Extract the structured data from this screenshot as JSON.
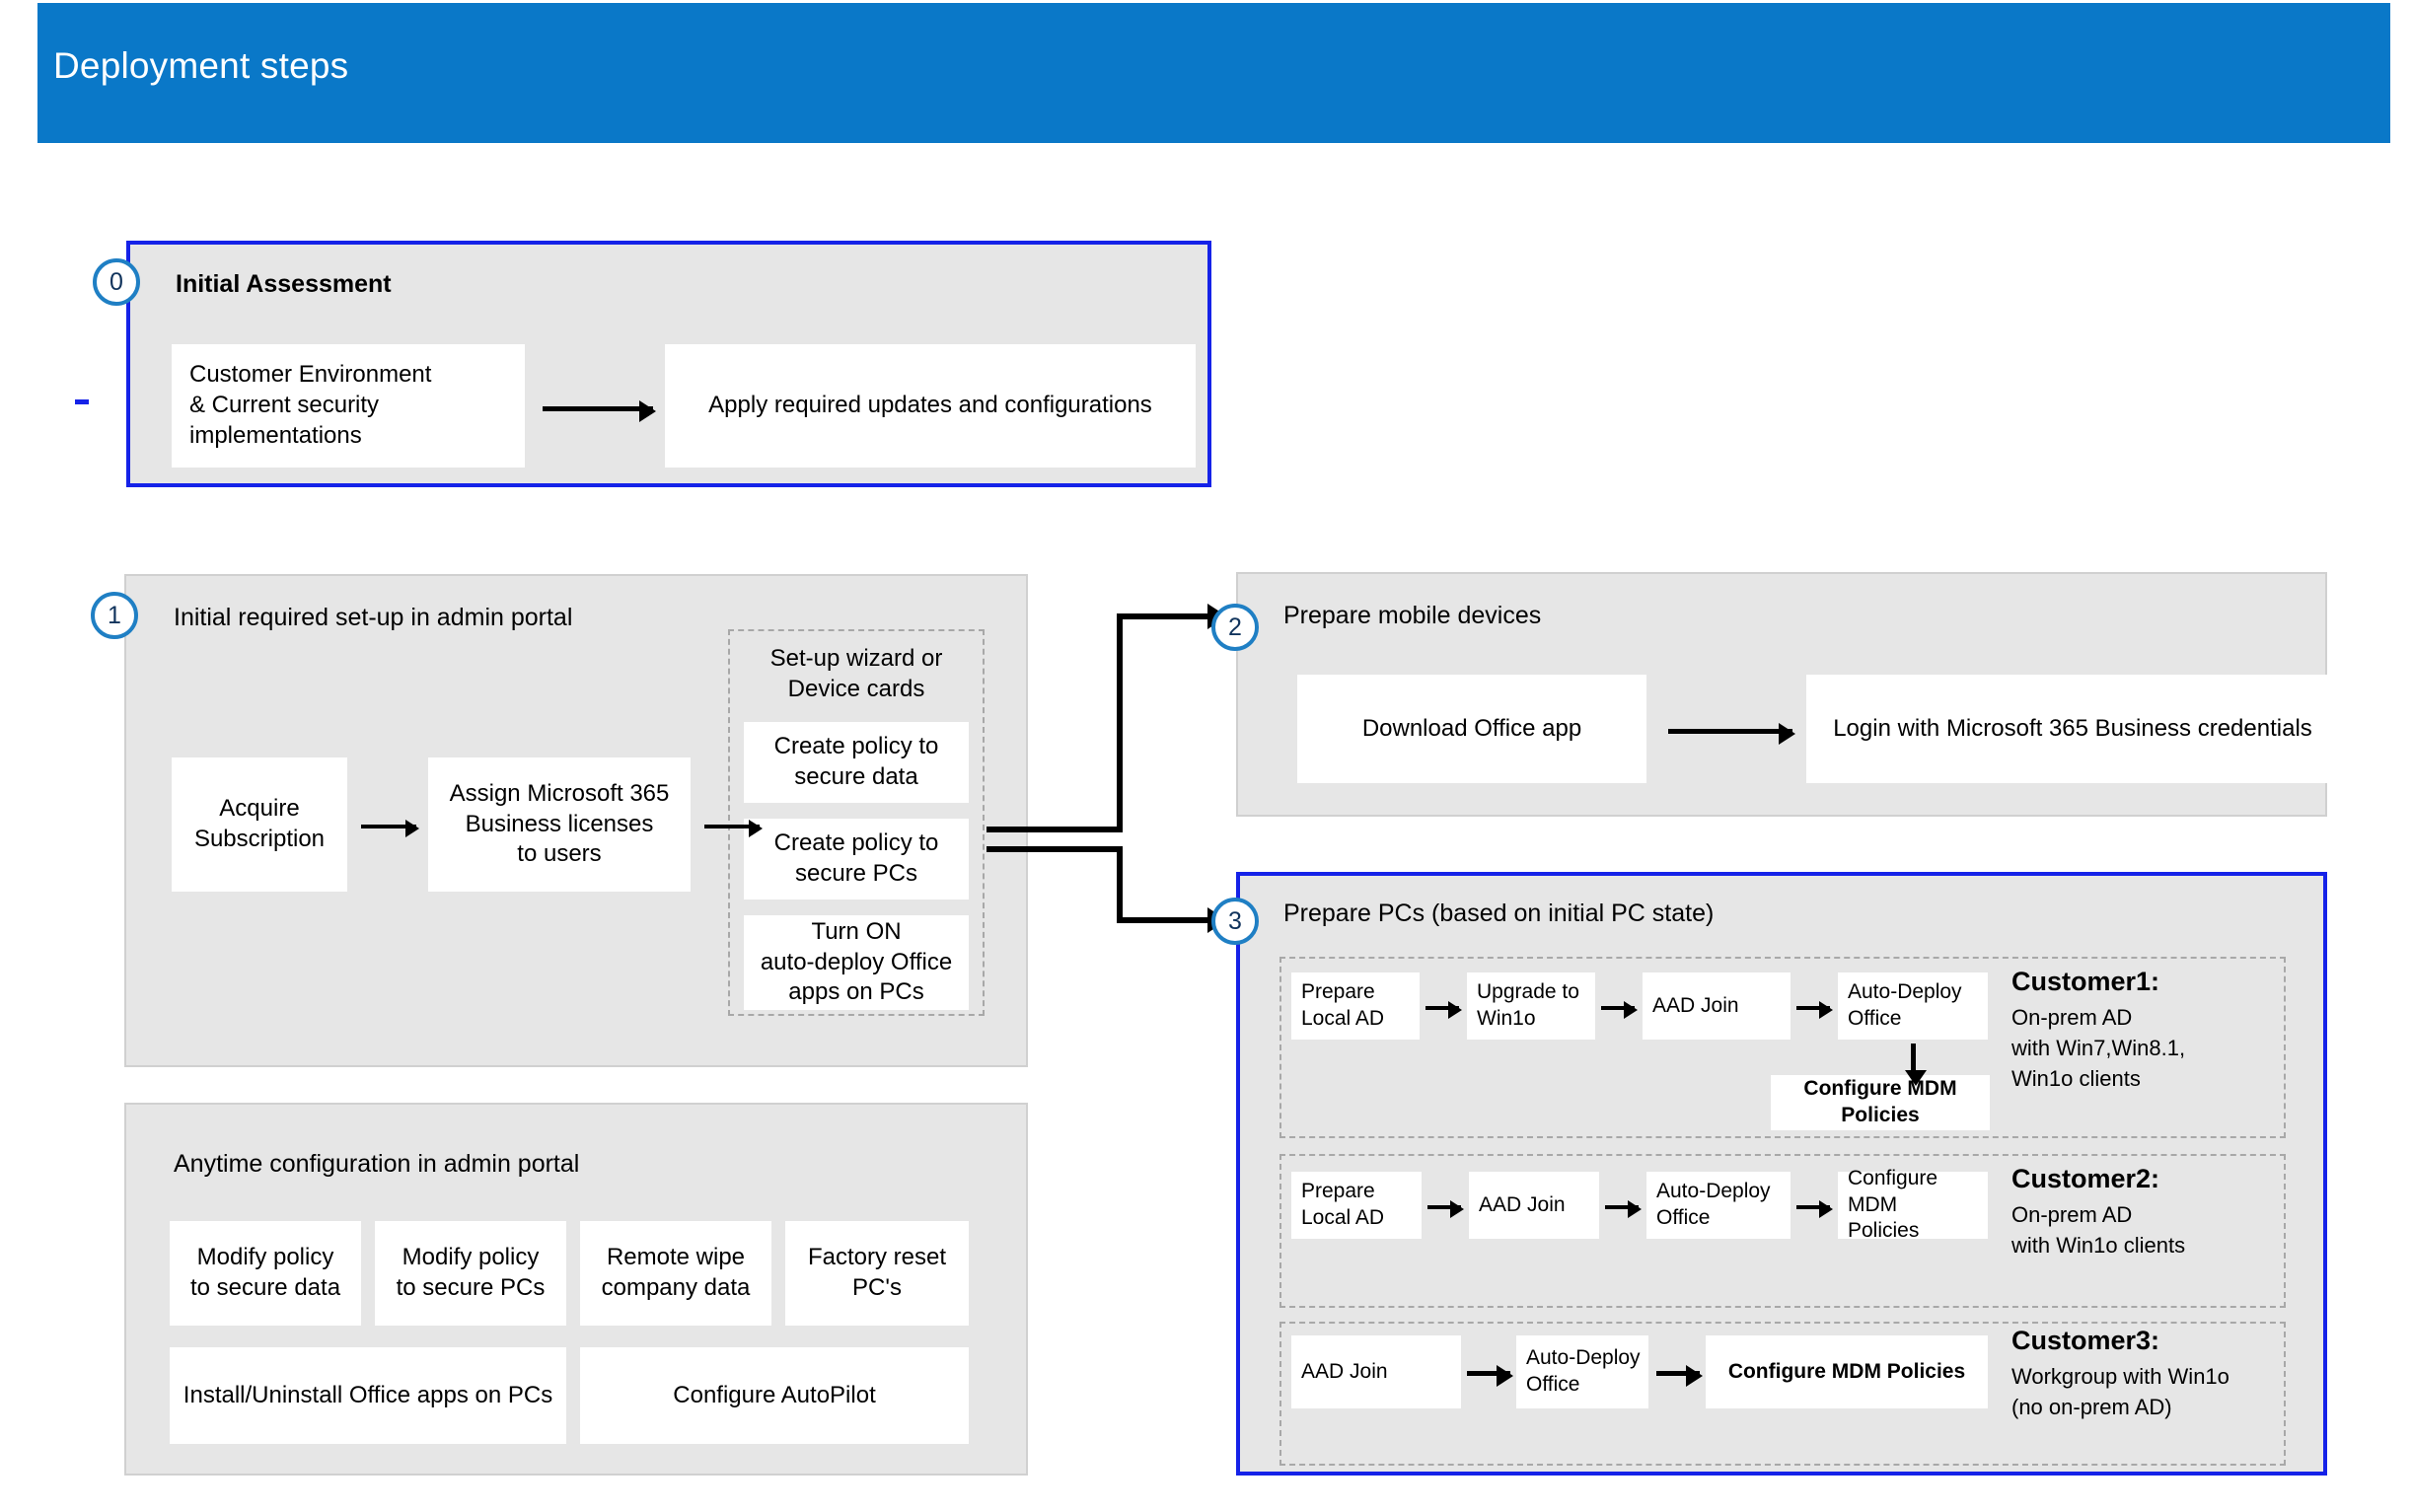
{
  "header": {
    "title": "Deployment steps",
    "bar_color": "#0a78c8"
  },
  "colors": {
    "accent_blue": "#0a78c8",
    "highlight_border": "#1522e8",
    "badge_ring": "#1f7fc4",
    "panel_fill": "#e6e6e6",
    "panel_border": "#d0d0d0",
    "box_fill": "#ffffff",
    "dashed_border": "#a8a8a8",
    "arrow": "#000000"
  },
  "steps": {
    "step0": {
      "badge": "0",
      "title": "Initial Assessment",
      "boxes": [
        "Customer Environment\n& Current security\nimplementations",
        "Apply required updates and configurations"
      ]
    },
    "step1": {
      "badge": "1",
      "title": "Initial required set-up in admin portal",
      "boxes": [
        "Acquire\nSubscription",
        "Assign Microsoft 365\nBusiness licenses\nto users"
      ],
      "dashed_group": {
        "title": "Set-up wizard or\nDevice cards",
        "items": [
          "Create policy to\nsecure data",
          "Create policy to\nsecure PCs",
          "Turn ON\nauto-deploy Office\napps on PCs"
        ]
      }
    },
    "step2": {
      "badge": "2",
      "title": "Prepare mobile devices",
      "boxes": [
        "Download Office app",
        "Login with Microsoft 365 Business credentials"
      ]
    },
    "step3": {
      "badge": "3",
      "title": "Prepare PCs (based on initial PC state)",
      "customers": [
        {
          "name": "Customer1:",
          "description": "On-prem AD\nwith Win7,Win8.1,\nWin1o clients",
          "flow": [
            "Prepare\nLocal AD",
            "Upgrade to\nWin1o",
            "AAD Join",
            "Auto-Deploy\nOffice"
          ],
          "branch": "Configure MDM Policies"
        },
        {
          "name": "Customer2:",
          "description": "On-prem AD\nwith Win1o clients",
          "flow": [
            "Prepare\nLocal AD",
            "AAD Join",
            "Auto-Deploy\nOffice",
            "Configure MDM\nPolicies"
          ],
          "branch": null
        },
        {
          "name": "Customer3:",
          "description": "Workgroup with Win1o\n(no on-prem AD)",
          "flow": [
            "AAD Join",
            "Auto-Deploy\nOffice",
            "Configure MDM Policies"
          ],
          "branch": null
        }
      ]
    }
  },
  "anytime": {
    "title": "Anytime configuration in admin portal",
    "row1": [
      "Modify policy\nto secure data",
      "Modify policy\nto secure PCs",
      "Remote wipe\ncompany data",
      "Factory reset\nPC's"
    ],
    "row2": [
      "Install/Uninstall Office apps on PCs",
      "Configure AutoPilot"
    ]
  }
}
